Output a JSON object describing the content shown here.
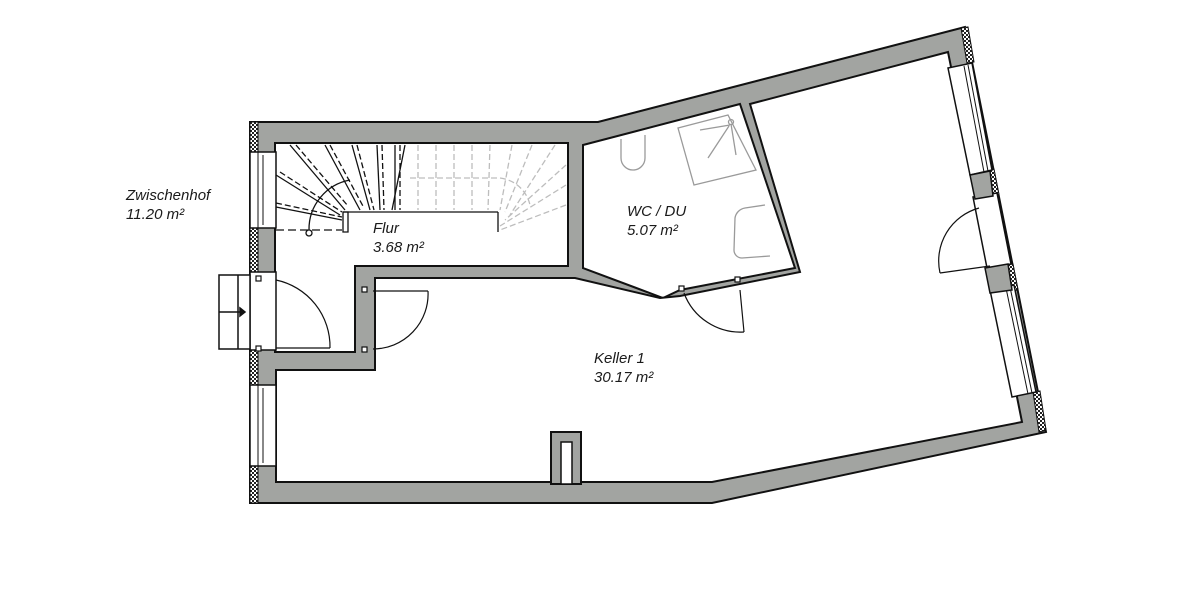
{
  "plan": {
    "wall_color": "#a2a4a1",
    "line_color": "#111111",
    "stair_faded_color": "#bdbdbd"
  },
  "rooms": {
    "zwischenhof": {
      "name": "Zwischenhof",
      "area": "11.20 m²"
    },
    "flur": {
      "name": "Flur",
      "area": "3.68 m²"
    },
    "wc_du": {
      "name": "WC / DU",
      "area": "5.07 m²"
    },
    "keller": {
      "name": "Keller 1",
      "area": "30.17 m²"
    }
  }
}
